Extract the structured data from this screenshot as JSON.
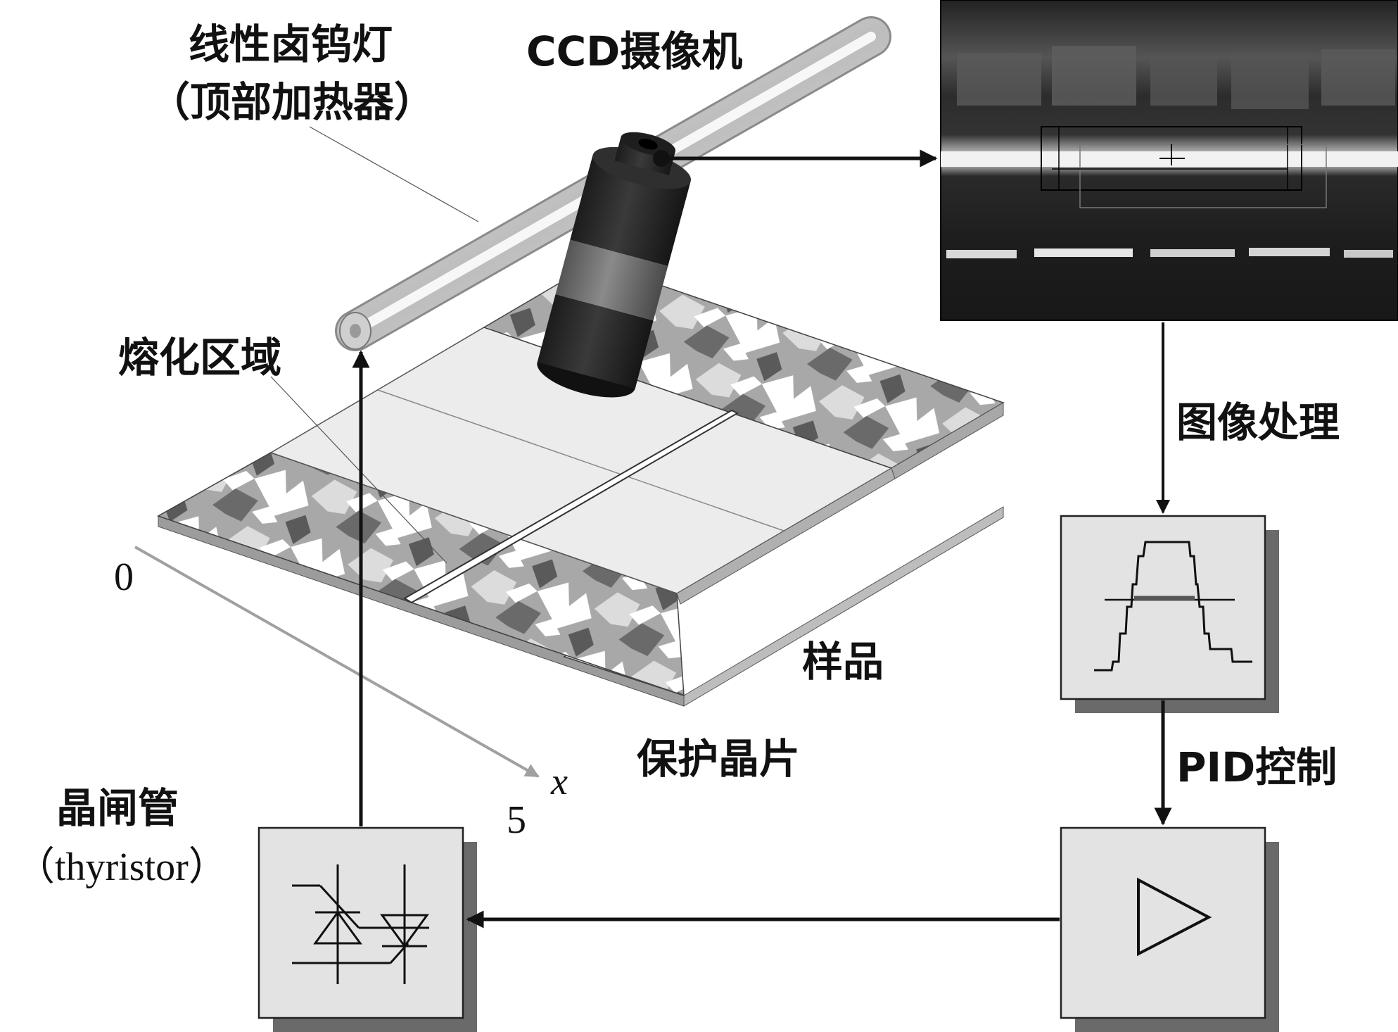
{
  "labels": {
    "lamp_line1": "线性卤钨灯",
    "lamp_line2": "（顶部加热器）",
    "camera": "CCD摄像机",
    "melt_zone": "熔化区域",
    "image_processing": "图像处理",
    "pid_control": "PID控制",
    "sample": "样品",
    "protect_wafer": "保护晶片",
    "thyristor_line1": "晶闸管",
    "thyristor_line2": "（thyristor）",
    "axis_start": "0",
    "axis_end": "5",
    "axis_var": "x"
  },
  "colors": {
    "arrow": "#111111",
    "block_fill": "#e3e3e3",
    "block_shadow": "#6a6a6a",
    "sample_fill": "#ececec",
    "camo_light": "#c6c6c6",
    "camo_mid": "#8c8c8c",
    "camo_dark": "#5a5a5a",
    "camera_body": "#2a2a2a",
    "lamp": "#d9d9d9"
  },
  "icons": {
    "thyristor_block": "thyristor-pair-icon",
    "amplifier_block": "amplifier-triangle-icon",
    "processing_block": "waveform-profile-icon"
  }
}
